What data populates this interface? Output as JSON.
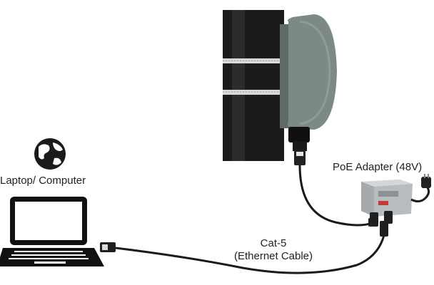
{
  "labels": {
    "laptop": "Laptop/ Computer",
    "poe_adapter": "PoE Adapter (48V)",
    "cable_line1": "Cat-5",
    "cable_line2": "(Ethernet Cable)"
  },
  "icons": [
    "globe-icon",
    "laptop-icon",
    "access-point-icon",
    "poe-adapter-icon",
    "power-plug-icon",
    "rj45-connector-icon"
  ],
  "colors": {
    "pole": "#1b1b1b",
    "access_point": "#7d8a84",
    "adapter": "#b9bcbe",
    "cable": "#1a1a1a",
    "text": "#222222"
  }
}
